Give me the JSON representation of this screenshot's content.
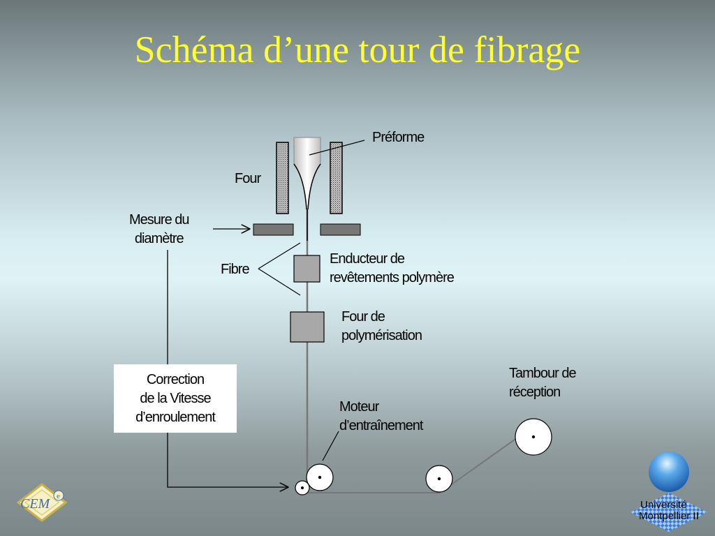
{
  "title": "Schéma d’une tour de fibrage",
  "labels": {
    "preforme": "Préforme",
    "four": "Four",
    "mesure_line1": "Mesure du",
    "mesure_line2": "diamètre",
    "fibre": "Fibre",
    "enducteur_line1": "Enducteur de",
    "enducteur_line2": "revêtements polymère",
    "four_poly_line1": "Four de",
    "four_poly_line2": "polymérisation",
    "correction_line1": "Correction",
    "correction_line2": "de la Vitesse",
    "correction_line3": "d’enroulement",
    "tambour_line1": "Tambour de",
    "tambour_line2": "réception",
    "moteur_line1": "Moteur",
    "moteur_line2": "d’entraînement"
  },
  "logos": {
    "cem": "CEM",
    "cem_sub": "e",
    "university_line1": "Université",
    "university_line2": "Montpellier II"
  },
  "colors": {
    "title": "#ffff33",
    "component_fill": "#a8a8a8",
    "line": "#000000"
  }
}
